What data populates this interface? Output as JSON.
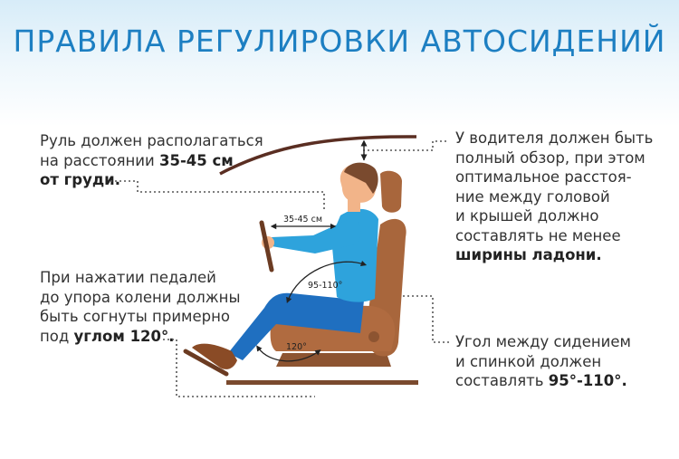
{
  "title": "ПРАВИЛА РЕГУЛИРОВКИ АВТОСИДЕНИЙ",
  "left_top": {
    "line1": "Руль должен располагаться",
    "line2_a": "на расстоянии ",
    "line2_b": "35-45 см",
    "line3": "от груди."
  },
  "left_bottom": {
    "line1": "При нажатии педалей",
    "line2": "до упора колени должны",
    "line3": "быть согнуты примерно",
    "line4_a": "под ",
    "line4_b": "углом 120°."
  },
  "right_top": {
    "line1": "У водителя должен быть",
    "line2": "полный обзор, при этом",
    "line3": "оптимальное расстоя-",
    "line4": "ние между головой",
    "line5": "и крышей должно",
    "line6": "составлять не менее",
    "line7": "ширины ладони."
  },
  "right_bottom": {
    "line1": "Угол между сидением",
    "line2": "и спинкой должен",
    "line3_a": "составлять ",
    "line3_b": "95°-110°."
  },
  "diagram_labels": {
    "distance": "35-45 см",
    "back_angle": "95-110°",
    "knee_angle": "120°"
  },
  "colors": {
    "title": "#1d7fc2",
    "seat": "#a8663c",
    "shirt": "#2ea3dc",
    "pants": "#1f6fc0",
    "roof": "#5a2e22"
  }
}
